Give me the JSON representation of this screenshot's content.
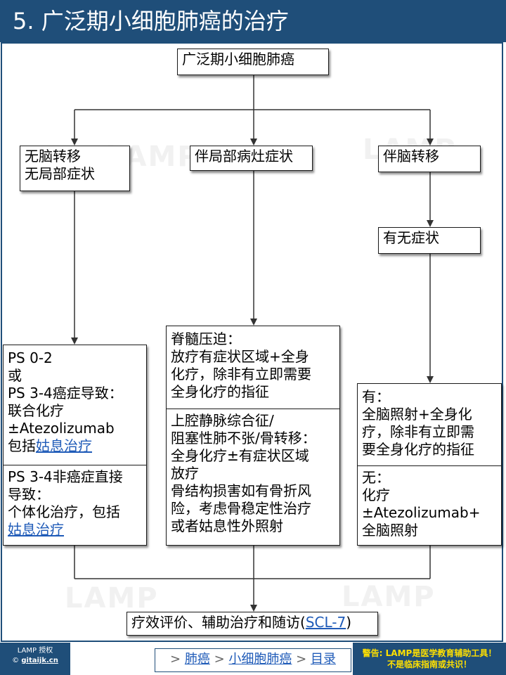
{
  "header": {
    "title": "5. 广泛期小细胞肺癌的治疗"
  },
  "watermark": {
    "text": "LAMP"
  },
  "root": {
    "label": "广泛期小细胞肺癌"
  },
  "branch_left": {
    "line1": "无脑转移",
    "line2": "无局部症状"
  },
  "branch_mid": {
    "label": "伴局部病灶症状"
  },
  "branch_right": {
    "label": "伴脑转移"
  },
  "symptom_node": {
    "label": "有无症状"
  },
  "left_top": {
    "lines": [
      "PS 0-2",
      "或",
      "PS 3-4癌症导致：",
      "联合化疗",
      "±Atezolizumab"
    ],
    "last_prefix": "包括",
    "last_link": "姑息治疗"
  },
  "left_bottom": {
    "lines": [
      "PS 3-4非癌症直接",
      "导致：",
      "个体化治疗，包括"
    ],
    "link": "姑息治疗"
  },
  "mid_top": {
    "lines": [
      "脊髓压迫：",
      "放疗有症状区域+全身",
      "化疗，除非有立即需要",
      "全身化疗的指征"
    ]
  },
  "mid_bottom": {
    "lines": [
      "上腔静脉综合征/",
      "阻塞性肺不张/骨转移：",
      "全身化疗±有症状区域",
      "放疗",
      "骨结构损害如有骨折风",
      "险，考虑骨稳定性治疗",
      "或者姑息性外照射"
    ]
  },
  "right_top": {
    "lines": [
      "有：",
      "全脑照射+全身化",
      "疗，除非有立即需",
      "要全身化疗的指征"
    ]
  },
  "right_bottom": {
    "lines": [
      "无：",
      "化疗",
      "±Atezolizumab+",
      "全脑照射"
    ]
  },
  "final": {
    "prefix": "疗效评价、辅助治疗和随访(",
    "link": "SCL-7",
    "suffix": ")"
  },
  "footer": {
    "license": "LAMP 授权",
    "copyright": "©",
    "site": "gitaijk.cn",
    "nav_sep": ">",
    "nav_1": "肺癌",
    "nav_2": "小细胞肺癌",
    "nav_3": "目录",
    "warn_line1": "警告: LAMP是医学教育辅助工具！",
    "warn_line2": "不是临床指南或共识！"
  },
  "colors": {
    "brand": "#1f4e79",
    "link": "#1f5bb8",
    "warning": "#ffe000"
  }
}
